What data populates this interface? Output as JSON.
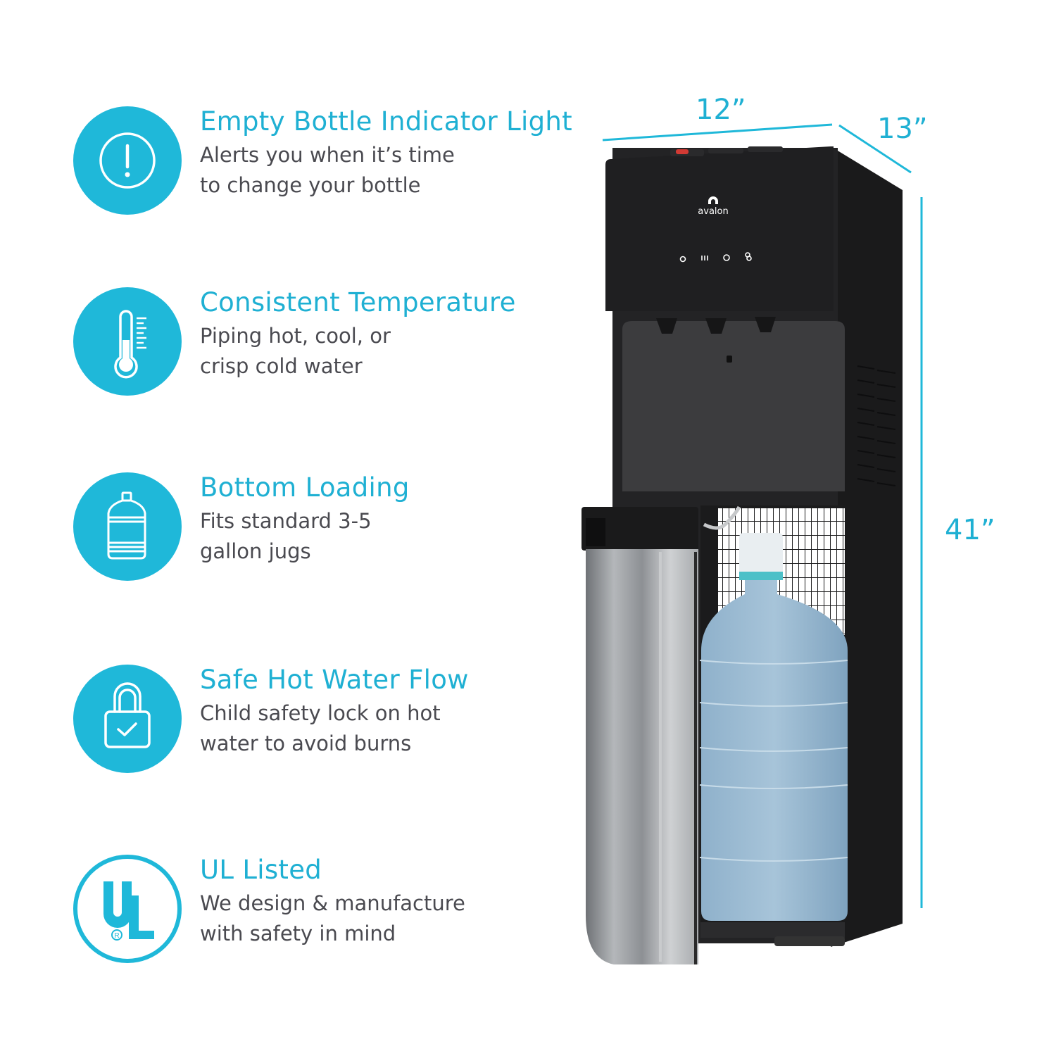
{
  "brand": {
    "name": "avalon",
    "accent_color": "#1fb8d9",
    "text_color": "#4a4a50"
  },
  "features": [
    {
      "icon": "exclamation-circle-icon",
      "title": "Empty Bottle Indicator Light",
      "description": "Alerts you when it’s time\nto change your bottle"
    },
    {
      "icon": "thermometer-icon",
      "title": "Consistent Temperature",
      "description": "Piping hot, cool, or\ncrisp cold water"
    },
    {
      "icon": "water-jug-icon",
      "title": "Bottom Loading",
      "description": "Fits standard 3-5\ngallon jugs"
    },
    {
      "icon": "padlock-check-icon",
      "title": "Safe Hot Water Flow",
      "description": "Child safety lock on hot\nwater to avoid burns"
    },
    {
      "icon": "ul-listed-logo-icon",
      "title": "UL Listed",
      "description": "We design & manufacture\nwith safety in mind"
    }
  ],
  "ul_logo": {
    "top": "U",
    "bottom": "L",
    "registered": "®"
  },
  "dimensions": {
    "width": "12”",
    "depth": "13”",
    "height": "41”"
  },
  "product": {
    "logo_text": "avalon",
    "control_panel_icons": [
      "power-icon",
      "hot-water-icon",
      "cold-water-icon",
      "child-lock-icon"
    ]
  }
}
